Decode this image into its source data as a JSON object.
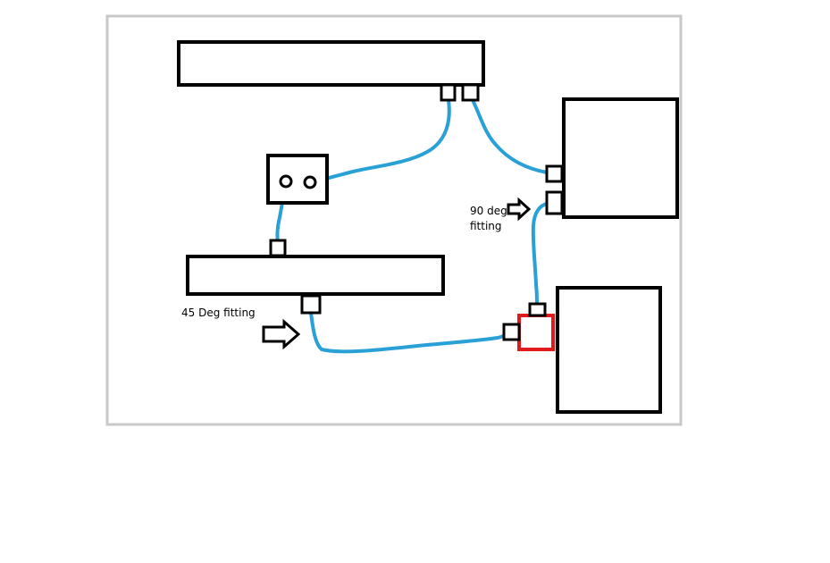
{
  "diagram": {
    "labels": {
      "fitting_45": "45 Deg fitting",
      "fitting_90_line1": "90 deg",
      "fitting_90_line2": "fitting"
    }
  },
  "colors": {
    "background": "#ffffff",
    "frame": "#c8c8c8",
    "outline": "#000000",
    "hose": "#2aa1d6",
    "highlight_fitting": "#e11b1b"
  }
}
